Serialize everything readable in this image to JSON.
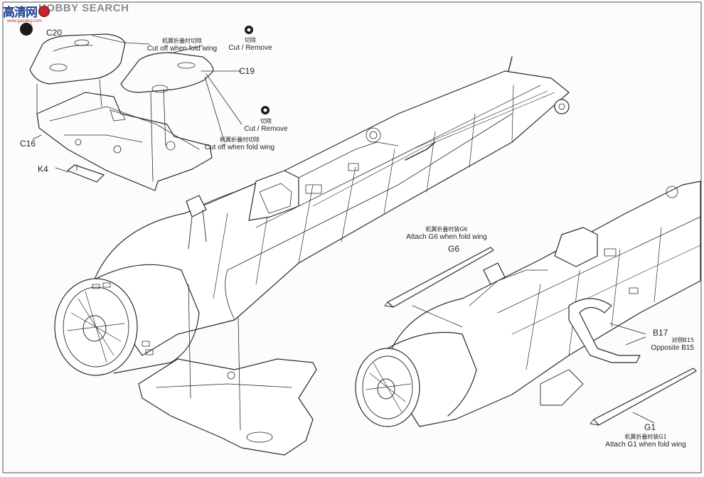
{
  "watermark": {
    "cn": "高清网",
    "main": "HOBBY SEARCH",
    "url": "www.gaoqing.com"
  },
  "parts": {
    "c20": "C20",
    "c19": "C19",
    "c16": "C16",
    "k4": "K4",
    "g6": "G6",
    "b17": "B17",
    "g1": "G1"
  },
  "notes": {
    "cut_wing_1": {
      "cn": "机翼折叠时切除",
      "en": "Cut off when fold wing"
    },
    "cut_remove_1": {
      "cn": "切除",
      "en": "Cut / Remove"
    },
    "cut_remove_2": {
      "cn": "切除",
      "en": "Cut / Remove"
    },
    "cut_wing_2": {
      "cn": "机翼折叠时切除",
      "en": "Cut off when fold wing"
    },
    "attach_g6": {
      "cn": "机翼折叠时装G6",
      "en": "Attach G6 when fold wing"
    },
    "opposite_b15": {
      "cn": "对侧B15",
      "en": "Opposite B15"
    },
    "attach_g1": {
      "cn": "机翼折叠时装G1",
      "en": "Attach G1 when fold wing"
    }
  }
}
